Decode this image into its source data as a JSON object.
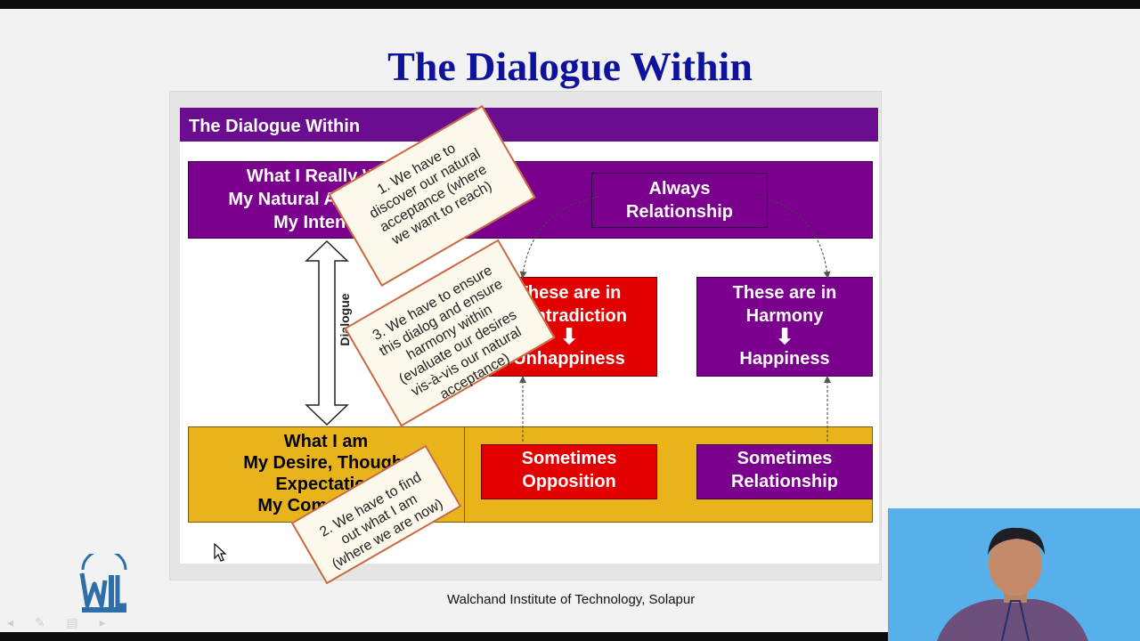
{
  "slide": {
    "title": "The Dialogue Within",
    "footer": "Walchand Institute of Technology, Solapur"
  },
  "panel": {
    "header": "The Dialogue Within",
    "top_left_lines": [
      "What I Really Want",
      "My Natural Acceptance",
      "My Intention"
    ],
    "bottom_left_lines": [
      "What I am",
      "My Desire, Thought",
      "Expectation",
      "My Competence"
    ],
    "always": [
      "Always",
      "Relationship"
    ],
    "contradiction": [
      "These are in",
      "Contradiction",
      "Unhappiness"
    ],
    "harmony": [
      "These are in",
      "Harmony",
      "Happiness"
    ],
    "sometimes_opposition": [
      "Sometimes",
      "Opposition"
    ],
    "sometimes_relationship": [
      "Sometimes",
      "Relationship"
    ],
    "dialogue_label": "Dialogue",
    "arrow_glyph": "⬇"
  },
  "notes": {
    "note1": "1. We have to discover our natural acceptance (where we want to reach)",
    "note2": "2. We have to find out what I am (where we are now)",
    "note3": "3. We have to ensure this dialog and ensure harmony within (evaluate our desires vis-à-vis our natural acceptance)"
  },
  "colors": {
    "title": "#0f139c",
    "purple": "#7a008d",
    "red": "#e30000",
    "gold": "#e9b41b"
  },
  "icons": [
    "institute-logo-icon",
    "mouse-pointer-icon",
    "speaker-video-icon"
  ]
}
